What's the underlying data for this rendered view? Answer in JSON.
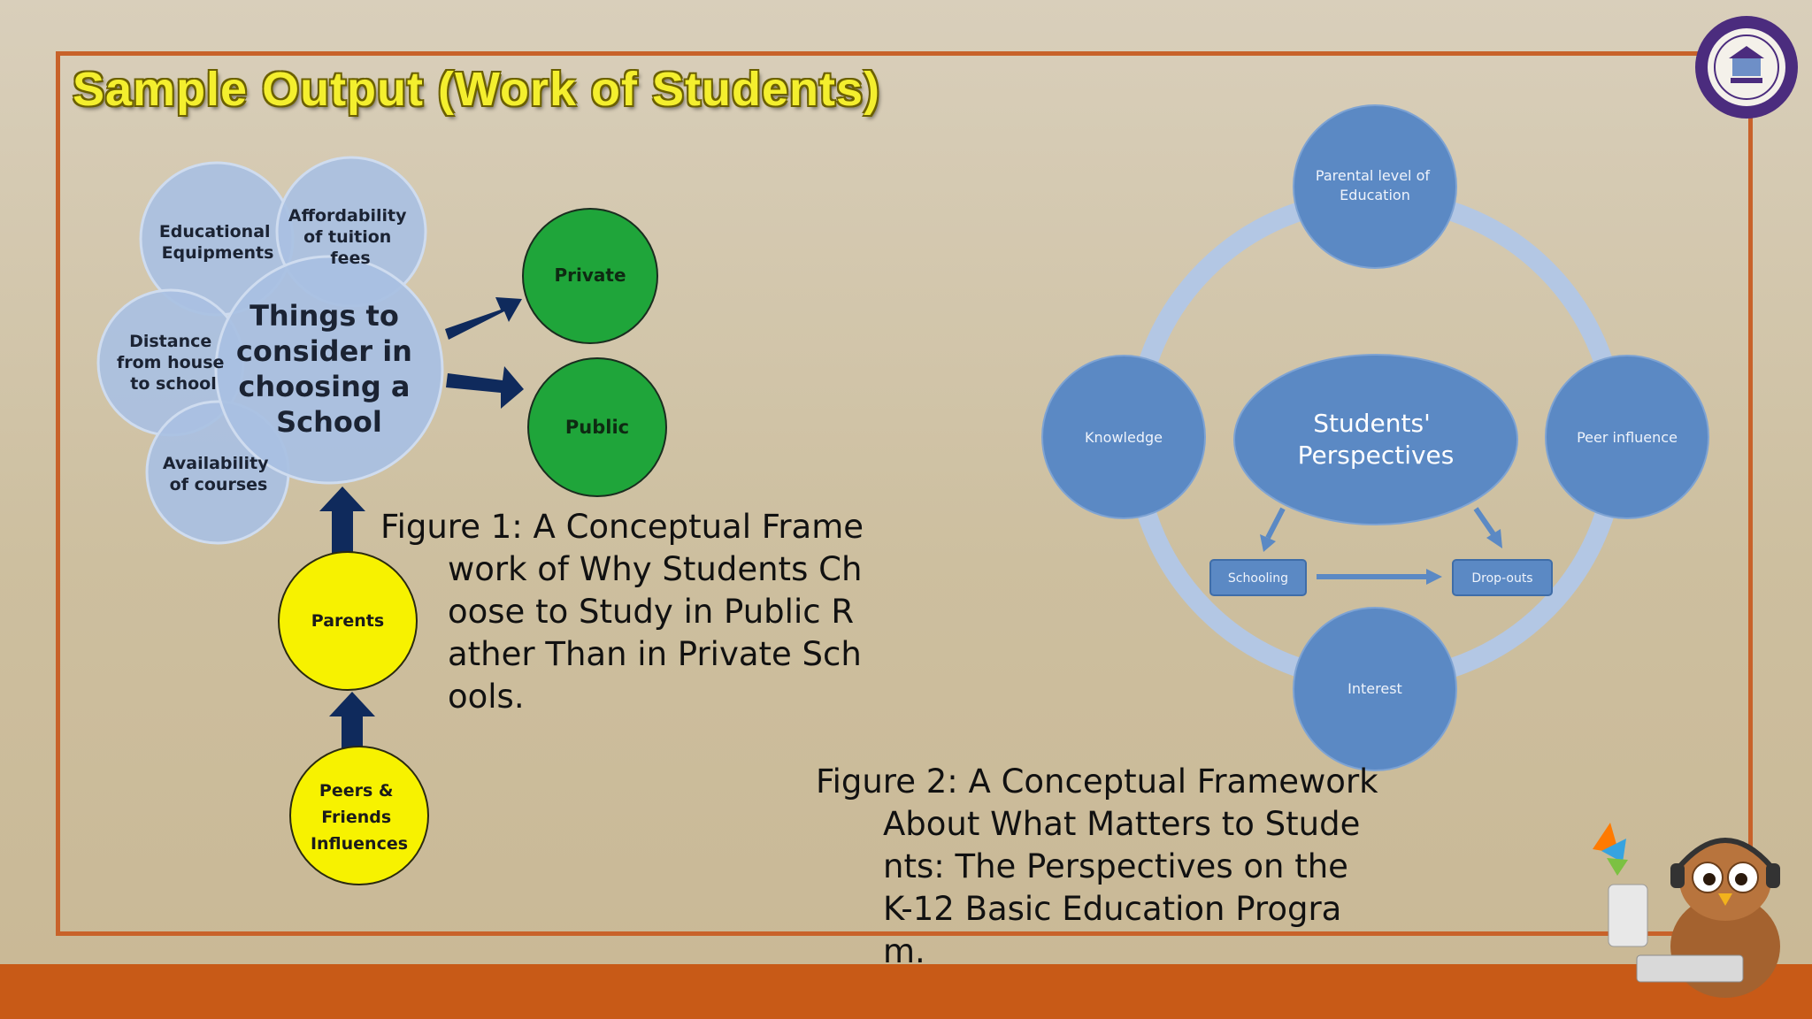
{
  "slide": {
    "title": "Sample Output (Work of Students)",
    "colors": {
      "background": "#d6cab2",
      "frame": "#c8622a",
      "bottom_bar": "#c85a17",
      "title_fill": "#f4ef2e",
      "bubble_blue": "#a7bfe0",
      "private_public_green": "#1fa53a",
      "parents_yellow": "#f7f200",
      "arrow_navy": "#0f2a5c",
      "framework_blue": "#5b89c4"
    }
  },
  "figure1": {
    "center": [
      "Things to",
      "consider in",
      "choosing a",
      "School"
    ],
    "factors": {
      "educational_equipments": [
        "Educational",
        "Equipments"
      ],
      "affordability": [
        "Affordability",
        "of tuition",
        "fees"
      ],
      "distance": [
        "Distance",
        "from house",
        "to school"
      ],
      "availability": [
        "Availability",
        "of courses"
      ]
    },
    "private_label": "Private",
    "public_label": "Public",
    "parents_label": "Parents",
    "peers": [
      "Peers &",
      "Friends",
      "Influences"
    ],
    "caption": "Figure 1: A Conceptual Frame\nwork of Why Students Ch\noose to Study in Public R\nather Than in Private Sch\nools."
  },
  "figure2": {
    "center": [
      "Students'",
      "Perspectives"
    ],
    "parental": [
      "Parental level of",
      "Education"
    ],
    "knowledge": "Knowledge",
    "peer_influence": "Peer influence",
    "interest": "Interest",
    "schooling": "Schooling",
    "dropouts": "Drop-outs",
    "caption": "Figure 2: A Conceptual Framework\nAbout What Matters to Stude\nnts: The Perspectives on the\nK-12 Basic Education Progra\nm."
  }
}
